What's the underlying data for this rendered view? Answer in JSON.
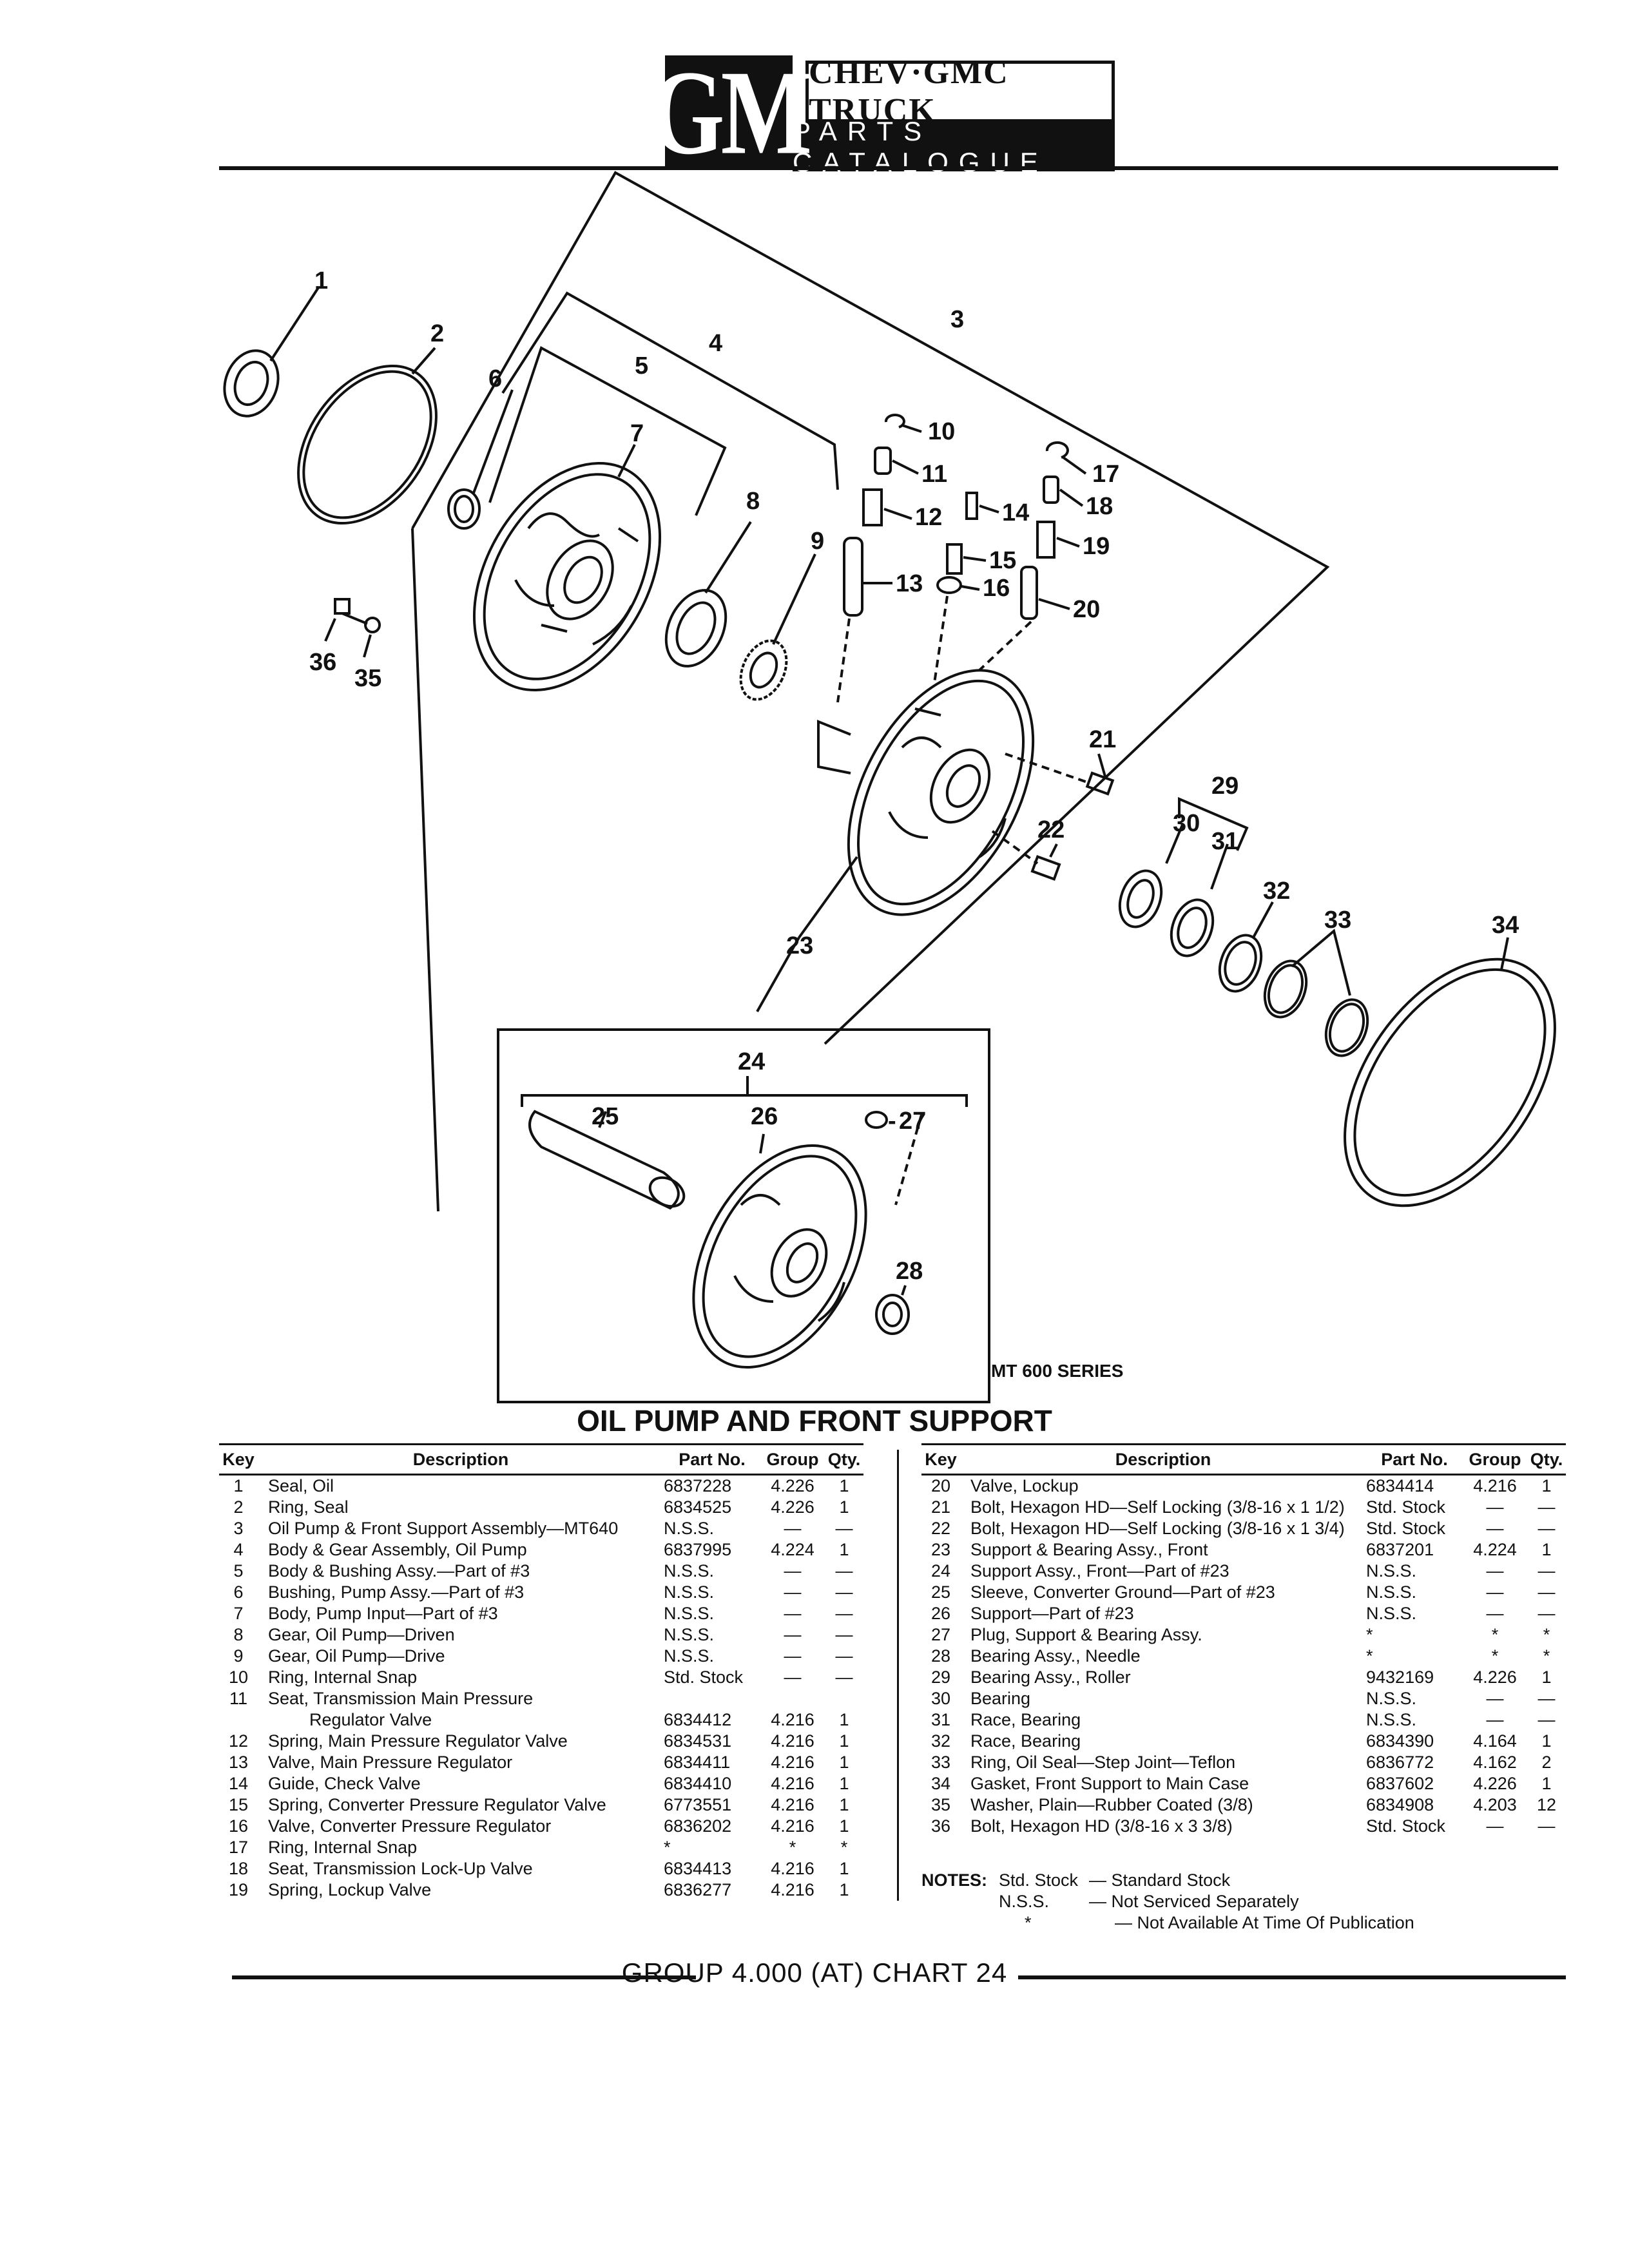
{
  "header": {
    "logo": "GM",
    "line1": "CHEV·GMC TRUCK",
    "line2": "PARTS CATALOGUE"
  },
  "diagram": {
    "callouts": [
      "1",
      "2",
      "3",
      "4",
      "5",
      "6",
      "7",
      "8",
      "9",
      "10",
      "11",
      "12",
      "13",
      "14",
      "15",
      "16",
      "17",
      "18",
      "19",
      "20",
      "21",
      "22",
      "23",
      "24",
      "25",
      "26",
      "27",
      "28",
      "29",
      "30",
      "31",
      "32",
      "33",
      "34",
      "35",
      "36"
    ],
    "series_label": "MT 600 SERIES"
  },
  "title": "OIL PUMP AND FRONT SUPPORT",
  "table": {
    "headers": {
      "key": "Key",
      "description": "Description",
      "part_no": "Part No.",
      "group": "Group",
      "qty": "Qty."
    },
    "left_rows": [
      {
        "key": "1",
        "desc": "Seal, Oil",
        "part": "6837228",
        "group": "4.226",
        "qty": "1"
      },
      {
        "key": "2",
        "desc": "Ring, Seal",
        "part": "6834525",
        "group": "4.226",
        "qty": "1"
      },
      {
        "key": "3",
        "desc": "Oil Pump & Front Support Assembly—MT640",
        "part": "N.S.S.",
        "group": "—",
        "qty": "—"
      },
      {
        "key": "4",
        "desc": "Body & Gear Assembly, Oil Pump",
        "part": "6837995",
        "group": "4.224",
        "qty": "1"
      },
      {
        "key": "5",
        "desc": "Body & Bushing Assy.—Part of #3",
        "part": "N.S.S.",
        "group": "—",
        "qty": "—"
      },
      {
        "key": "6",
        "desc": "Bushing, Pump Assy.—Part of #3",
        "part": "N.S.S.",
        "group": "—",
        "qty": "—"
      },
      {
        "key": "7",
        "desc": "Body, Pump Input—Part of #3",
        "part": "N.S.S.",
        "group": "—",
        "qty": "—"
      },
      {
        "key": "8",
        "desc": "Gear, Oil Pump—Driven",
        "part": "N.S.S.",
        "group": "—",
        "qty": "—"
      },
      {
        "key": "9",
        "desc": "Gear, Oil Pump—Drive",
        "part": "N.S.S.",
        "group": "—",
        "qty": "—"
      },
      {
        "key": "10",
        "desc": "Ring, Internal Snap",
        "part": "Std. Stock",
        "group": "—",
        "qty": "—"
      },
      {
        "key": "11",
        "desc": "Seat, Transmission Main Pressure",
        "part": "",
        "group": "",
        "qty": ""
      },
      {
        "key": "",
        "desc": "        Regulator Valve",
        "part": "6834412",
        "group": "4.216",
        "qty": "1"
      },
      {
        "key": "12",
        "desc": "Spring, Main Pressure Regulator Valve",
        "part": "6834531",
        "group": "4.216",
        "qty": "1"
      },
      {
        "key": "13",
        "desc": "Valve, Main Pressure Regulator",
        "part": "6834411",
        "group": "4.216",
        "qty": "1"
      },
      {
        "key": "14",
        "desc": "Guide, Check Valve",
        "part": "6834410",
        "group": "4.216",
        "qty": "1"
      },
      {
        "key": "15",
        "desc": "Spring, Converter Pressure Regulator Valve",
        "part": "6773551",
        "group": "4.216",
        "qty": "1"
      },
      {
        "key": "16",
        "desc": "Valve, Converter Pressure Regulator",
        "part": "6836202",
        "group": "4.216",
        "qty": "1"
      },
      {
        "key": "17",
        "desc": "Ring, Internal Snap",
        "part": "*",
        "group": "*",
        "qty": "*"
      },
      {
        "key": "18",
        "desc": "Seat, Transmission Lock-Up Valve",
        "part": "6834413",
        "group": "4.216",
        "qty": "1"
      },
      {
        "key": "19",
        "desc": "Spring, Lockup Valve",
        "part": "6836277",
        "group": "4.216",
        "qty": "1"
      }
    ],
    "right_rows": [
      {
        "key": "20",
        "desc": "Valve, Lockup",
        "part": "6834414",
        "group": "4.216",
        "qty": "1"
      },
      {
        "key": "21",
        "desc": "Bolt, Hexagon HD—Self Locking (3/8-16 x 1 1/2)",
        "part": "Std. Stock",
        "group": "—",
        "qty": "—"
      },
      {
        "key": "22",
        "desc": "Bolt, Hexagon HD—Self Locking (3/8-16 x 1 3/4)",
        "part": "Std. Stock",
        "group": "—",
        "qty": "—"
      },
      {
        "key": "23",
        "desc": "Support & Bearing Assy., Front",
        "part": "6837201",
        "group": "4.224",
        "qty": "1"
      },
      {
        "key": "24",
        "desc": "Support Assy., Front—Part of #23",
        "part": "N.S.S.",
        "group": "—",
        "qty": "—"
      },
      {
        "key": "25",
        "desc": "Sleeve, Converter Ground—Part of #23",
        "part": "N.S.S.",
        "group": "—",
        "qty": "—"
      },
      {
        "key": "26",
        "desc": "Support—Part of #23",
        "part": "N.S.S.",
        "group": "—",
        "qty": "—"
      },
      {
        "key": "27",
        "desc": "Plug, Support & Bearing Assy.",
        "part": "*",
        "group": "*",
        "qty": "*"
      },
      {
        "key": "28",
        "desc": "Bearing Assy., Needle",
        "part": "*",
        "group": "*",
        "qty": "*"
      },
      {
        "key": "29",
        "desc": "Bearing Assy., Roller",
        "part": "9432169",
        "group": "4.226",
        "qty": "1"
      },
      {
        "key": "30",
        "desc": "Bearing",
        "part": "N.S.S.",
        "group": "—",
        "qty": "—"
      },
      {
        "key": "31",
        "desc": "Race, Bearing",
        "part": "N.S.S.",
        "group": "—",
        "qty": "—"
      },
      {
        "key": "32",
        "desc": "Race, Bearing",
        "part": "6834390",
        "group": "4.164",
        "qty": "1"
      },
      {
        "key": "33",
        "desc": "Ring, Oil Seal—Step Joint—Teflon",
        "part": "6836772",
        "group": "4.162",
        "qty": "2"
      },
      {
        "key": "34",
        "desc": "Gasket, Front Support to Main Case",
        "part": "6837602",
        "group": "4.226",
        "qty": "1"
      },
      {
        "key": "35",
        "desc": "Washer, Plain—Rubber Coated (3/8)",
        "part": "6834908",
        "group": "4.203",
        "qty": "12"
      },
      {
        "key": "36",
        "desc": "Bolt, Hexagon HD (3/8-16 x 3 3/8)",
        "part": "Std. Stock",
        "group": "—",
        "qty": "—"
      }
    ]
  },
  "notes": {
    "label": "NOTES:",
    "items": [
      {
        "abbr": "Std. Stock",
        "text": "— Standard Stock"
      },
      {
        "abbr": "N.S.S.",
        "text": "— Not Serviced Separately"
      },
      {
        "abbr": "*",
        "text": "— Not Available At Time Of Publication"
      }
    ]
  },
  "footer": "GROUP 4.000 (AT) CHART 24"
}
